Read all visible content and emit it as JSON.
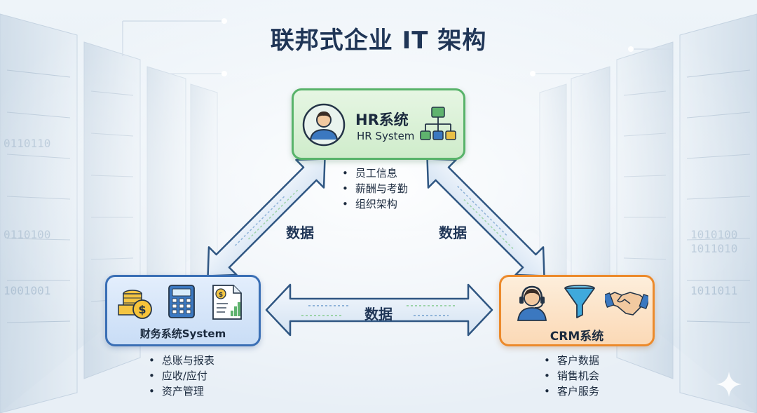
{
  "title": "联邦式企业 IT 架构",
  "nodes": {
    "hr": {
      "title": "HR系统",
      "subtitle": "HR System",
      "bullets": [
        "员工信息",
        "薪酬与考勤",
        "组织架构"
      ]
    },
    "finance": {
      "title": "财务系统System",
      "bullets": [
        "总账与报表",
        "应收/应付",
        "资产管理"
      ]
    },
    "crm": {
      "title": "CRM系统",
      "bullets": [
        "客户数据",
        "销售机会",
        "客户服务"
      ]
    }
  },
  "links": {
    "left": "数据",
    "right": "数据",
    "bottom": "数据"
  },
  "colors": {
    "hr_border": "#58b36a",
    "finance_border": "#3a6fb5",
    "crm_border": "#ec8a2b",
    "arrow_fill": "#dde9f6",
    "arrow_stroke": "#2f5682"
  },
  "icons": [
    "person-avatar-icon",
    "org-chart-icon",
    "coins-icon",
    "calculator-icon",
    "invoice-icon",
    "support-agent-icon",
    "funnel-icon",
    "handshake-icon",
    "sparkle-icon"
  ]
}
